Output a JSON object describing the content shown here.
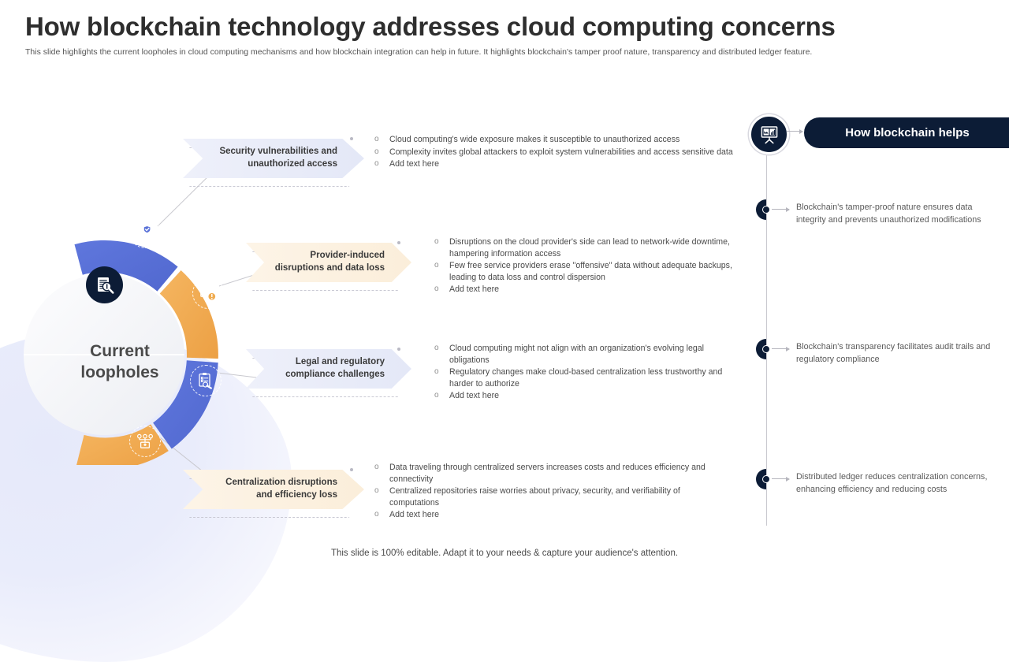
{
  "header": {
    "title": "How blockchain technology addresses cloud computing concerns",
    "subtitle": "This slide highlights the current loopholes in cloud computing mechanisms and how blockchain integration can help in future. It highlights blockchain's tamper proof nature, transparency and distributed ledger feature."
  },
  "donut": {
    "center_label_line1": "Current",
    "center_label_line2": "loopholes",
    "center_icon": "document-search-icon",
    "segments": [
      {
        "icon": "user-shield-icon",
        "color": "#5971d8"
      },
      {
        "icon": "data-alert-icon",
        "color": "#f0ac51"
      },
      {
        "icon": "legal-clipboard-gavel-icon",
        "color": "#5971d8"
      },
      {
        "icon": "distributed-network-icon",
        "color": "#f0ac51"
      }
    ]
  },
  "loopholes": [
    {
      "label_line1": "Security vulnerabilities and",
      "label_line2": "unauthorized access",
      "theme": "blue",
      "bullets": [
        "Cloud computing's wide exposure makes it susceptible to unauthorized access",
        "Complexity invites global attackers to exploit system vulnerabilities and access sensitive data",
        "Add text here"
      ]
    },
    {
      "label_line1": "Provider-induced",
      "label_line2": "disruptions and data loss",
      "theme": "orange",
      "bullets": [
        "Disruptions on the cloud provider's side can lead to network-wide downtime, hampering information access",
        "Few free service providers erase \"offensive\" data without adequate backups, leading to data loss and control dispersion",
        "Add text here"
      ]
    },
    {
      "label_line1": "Legal and regulatory",
      "label_line2": "compliance challenges",
      "theme": "blue",
      "bullets": [
        "Cloud computing might not align with an organization's evolving legal obligations",
        "Regulatory changes make cloud-based centralization less trustworthy and harder to authorize",
        "Add text here"
      ]
    },
    {
      "label_line1": "Centralization disruptions",
      "label_line2": "and efficiency loss",
      "theme": "orange",
      "bullets": [
        "Data traveling through centralized servers increases costs and reduces efficiency and connectivity",
        "Centralized repositories raise worries about privacy, security, and verifiability of computations",
        "Add text here"
      ]
    }
  ],
  "rail": {
    "head_icon": "presentation-board-icon",
    "title": "How blockchain helps",
    "items": [
      "Blockchain's tamper-proof  nature ensures data integrity and prevents  unauthorized modifications",
      "Blockchain's transparency facilitates audit trails and regulatory  compliance",
      "Distributed ledger reduces centralization concerns, enhancing efficiency and reducing costs"
    ]
  },
  "footer": {
    "note": "This slide is 100% editable. Adapt it to your needs & capture your audience's attention."
  },
  "colors": {
    "navy": "#0c1c36",
    "blue": "#5971d8",
    "orange": "#f0ac51",
    "chevron_blue": "#e7eaf7",
    "chevron_orange": "#fbefdc"
  }
}
